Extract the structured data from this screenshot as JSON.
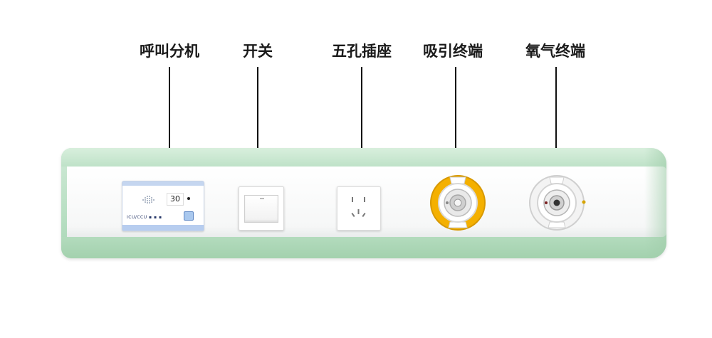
{
  "labels": {
    "call_unit": "呼叫分机",
    "switch": "开关",
    "outlet": "五孔插座",
    "suction": "吸引终端",
    "oxygen": "氧气终端"
  },
  "call_unit": {
    "display_number": "30",
    "brand_text": "ICU/CCU ▪ ▪ ▪",
    "icons": [
      "speaker-icon",
      "call-button-icon"
    ]
  },
  "colors": {
    "rail_green": "#b8dfc3",
    "suction_yellow": "#f5b400",
    "oxygen_white": "#f2f2f2",
    "arrow": "#111111"
  }
}
